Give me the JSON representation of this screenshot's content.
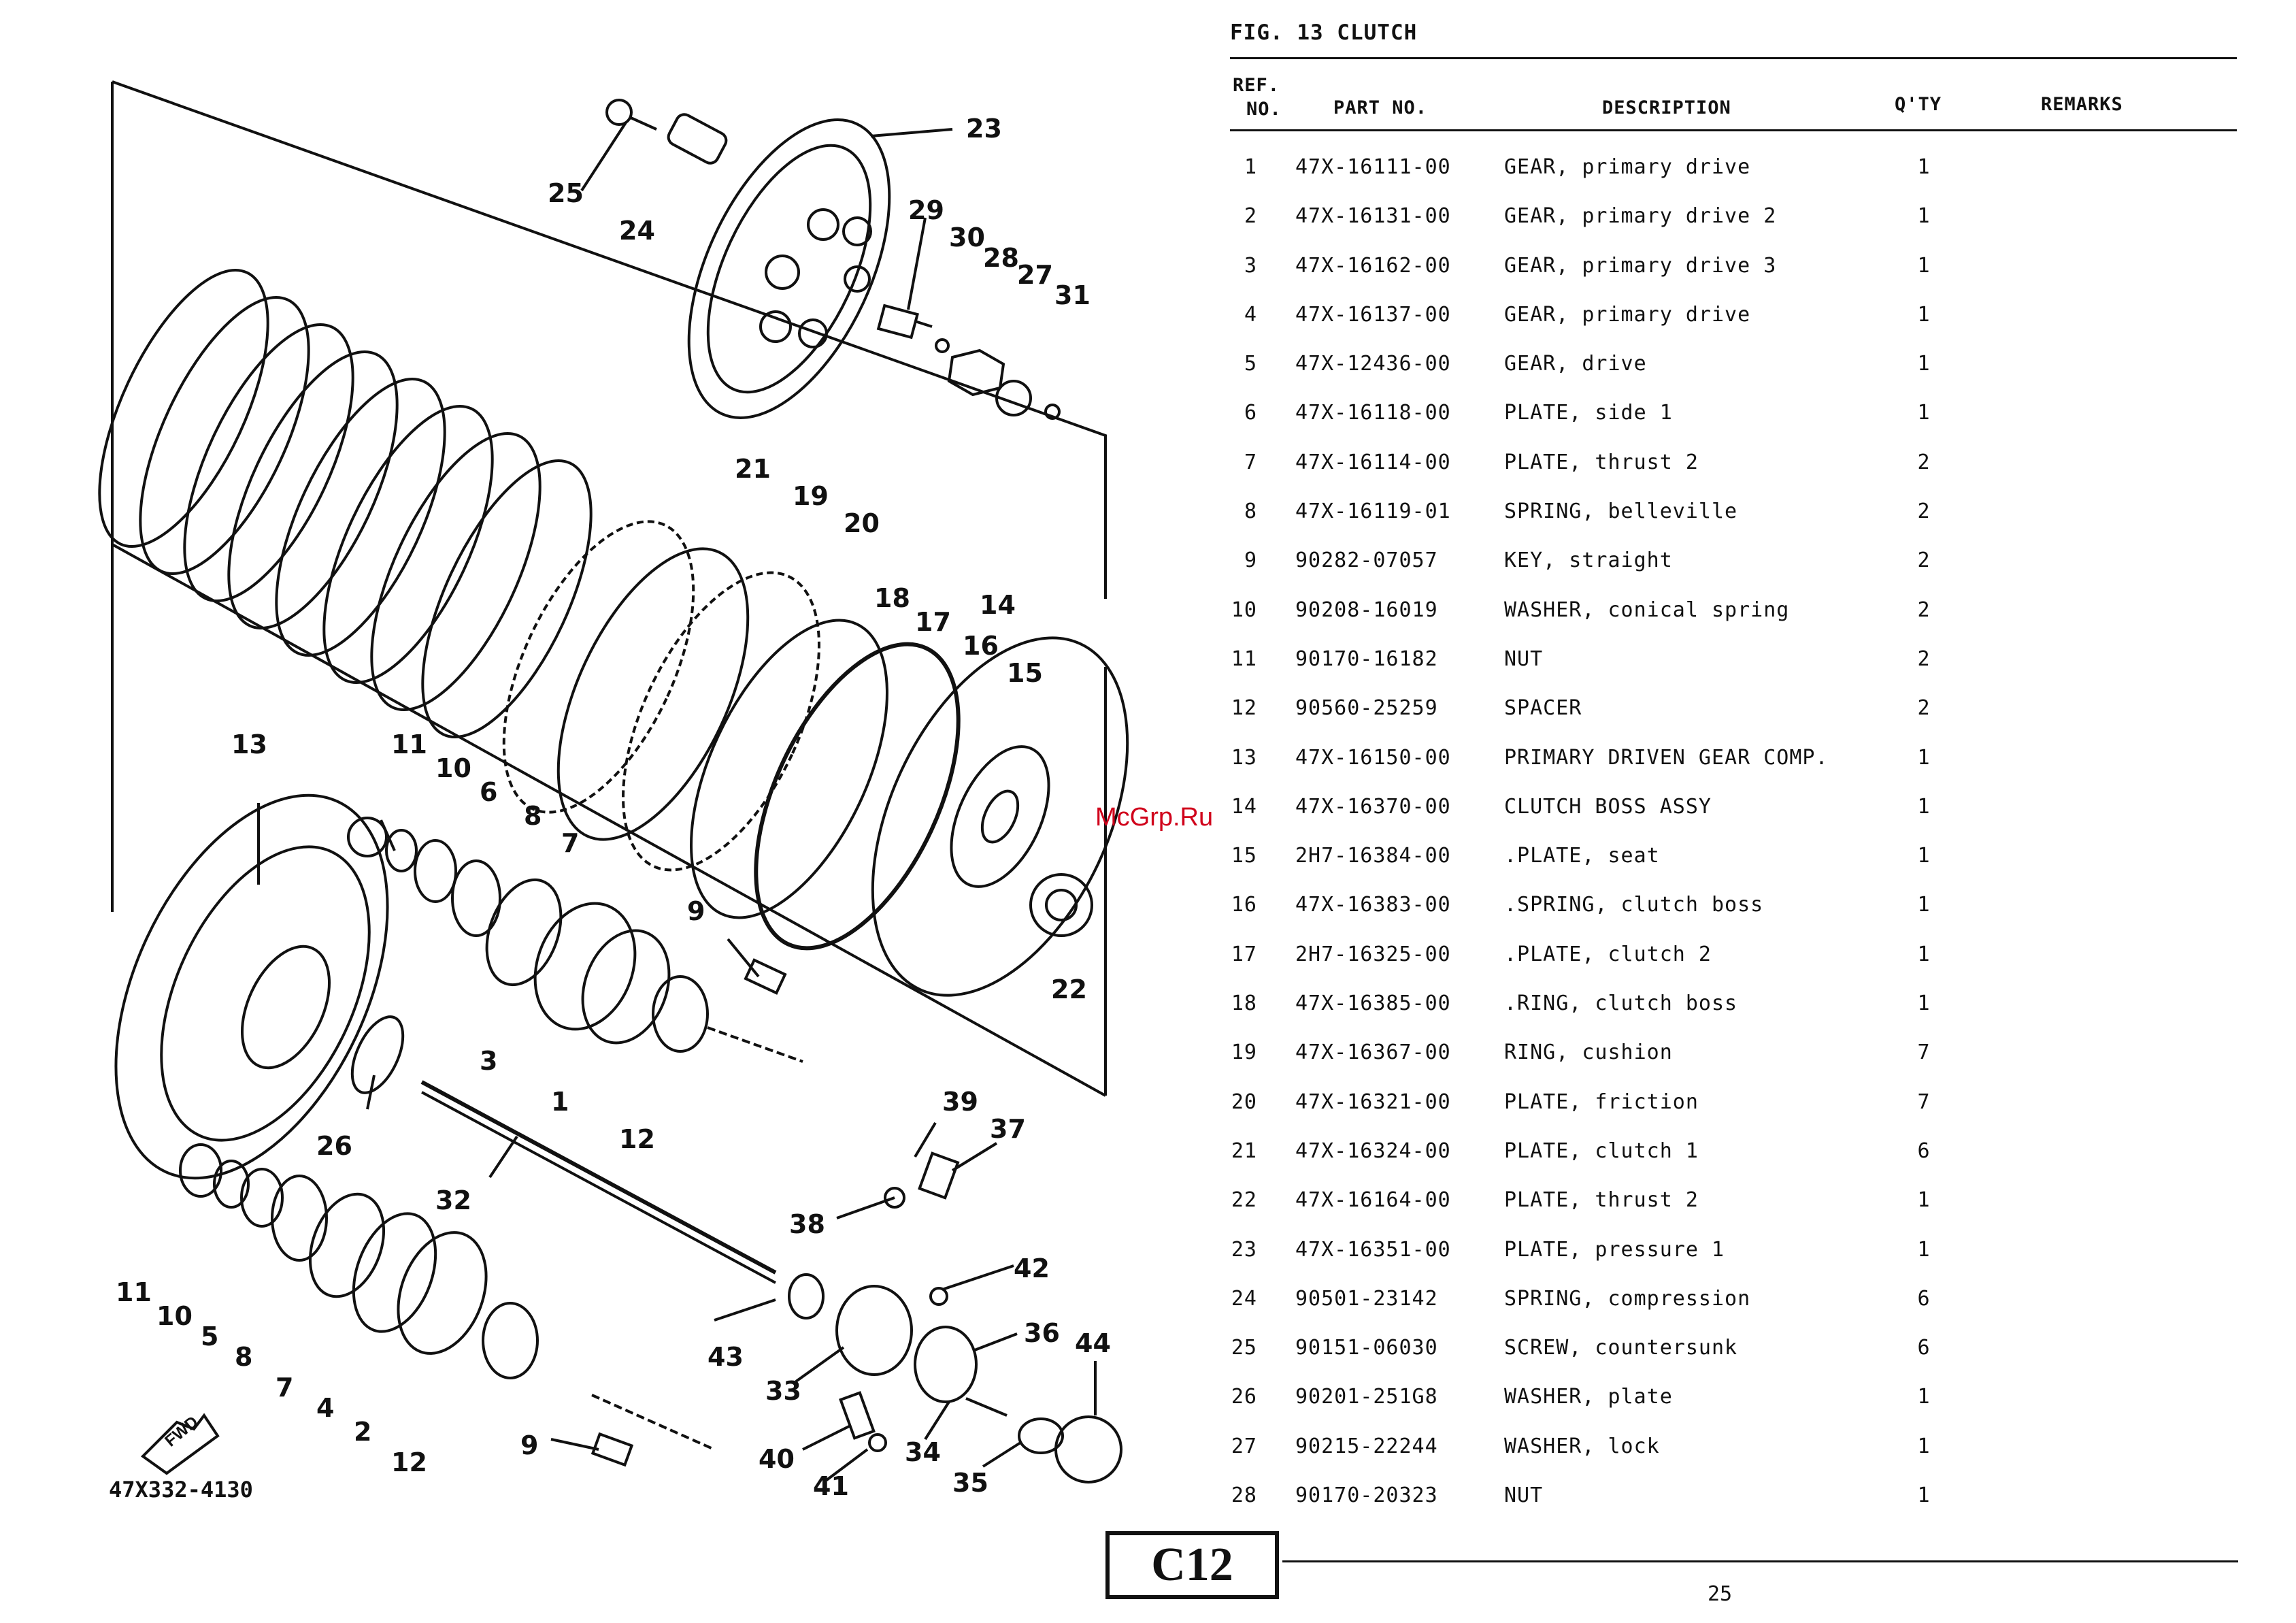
{
  "document": {
    "figure_title": "FIG. 13  CLUTCH",
    "figure_code": "47X332-4130",
    "fwd_label": "FWD",
    "page_label": "C12",
    "page_number": "25",
    "watermark": "McGrp.Ru"
  },
  "table": {
    "headers": {
      "ref_line1": "REF.",
      "ref_line2": "NO.",
      "part_no": "PART NO.",
      "description": "DESCRIPTION",
      "qty": "Q'TY",
      "remarks": "REMARKS"
    },
    "rows": [
      {
        "ref": "1",
        "part": "47X-16111-00",
        "desc": "GEAR, primary drive",
        "qty": "1"
      },
      {
        "ref": "2",
        "part": "47X-16131-00",
        "desc": "GEAR, primary drive 2",
        "qty": "1"
      },
      {
        "ref": "3",
        "part": "47X-16162-00",
        "desc": "GEAR, primary drive 3",
        "qty": "1"
      },
      {
        "ref": "4",
        "part": "47X-16137-00",
        "desc": "GEAR, primary drive",
        "qty": "1"
      },
      {
        "ref": "5",
        "part": "47X-12436-00",
        "desc": "GEAR, drive",
        "qty": "1"
      },
      {
        "ref": "6",
        "part": "47X-16118-00",
        "desc": "PLATE, side 1",
        "qty": "1"
      },
      {
        "ref": "7",
        "part": "47X-16114-00",
        "desc": "PLATE, thrust 2",
        "qty": "2"
      },
      {
        "ref": "8",
        "part": "47X-16119-01",
        "desc": "SPRING, belleville",
        "qty": "2"
      },
      {
        "ref": "9",
        "part": "90282-07057",
        "desc": "KEY, straight",
        "qty": "2"
      },
      {
        "ref": "10",
        "part": "90208-16019",
        "desc": "WASHER, conical spring",
        "qty": "2"
      },
      {
        "ref": "11",
        "part": "90170-16182",
        "desc": "NUT",
        "qty": "2"
      },
      {
        "ref": "12",
        "part": "90560-25259",
        "desc": "SPACER",
        "qty": "2"
      },
      {
        "ref": "13",
        "part": "47X-16150-00",
        "desc": "PRIMARY DRIVEN GEAR COMP.",
        "qty": "1"
      },
      {
        "ref": "14",
        "part": "47X-16370-00",
        "desc": "CLUTCH BOSS ASSY",
        "qty": "1"
      },
      {
        "ref": "15",
        "part": "2H7-16384-00",
        "desc": ".PLATE, seat",
        "qty": "1"
      },
      {
        "ref": "16",
        "part": "47X-16383-00",
        "desc": ".SPRING, clutch boss",
        "qty": "1"
      },
      {
        "ref": "17",
        "part": "2H7-16325-00",
        "desc": ".PLATE, clutch 2",
        "qty": "1"
      },
      {
        "ref": "18",
        "part": "47X-16385-00",
        "desc": ".RING, clutch boss",
        "qty": "1"
      },
      {
        "ref": "19",
        "part": "47X-16367-00",
        "desc": "RING, cushion",
        "qty": "7"
      },
      {
        "ref": "20",
        "part": "47X-16321-00",
        "desc": "PLATE, friction",
        "qty": "7"
      },
      {
        "ref": "21",
        "part": "47X-16324-00",
        "desc": "PLATE, clutch 1",
        "qty": "6"
      },
      {
        "ref": "22",
        "part": "47X-16164-00",
        "desc": "PLATE, thrust 2",
        "qty": "1"
      },
      {
        "ref": "23",
        "part": "47X-16351-00",
        "desc": "PLATE, pressure 1",
        "qty": "1"
      },
      {
        "ref": "24",
        "part": "90501-23142",
        "desc": "SPRING, compression",
        "qty": "6"
      },
      {
        "ref": "25",
        "part": "90151-06030",
        "desc": "SCREW, countersunk",
        "qty": "6"
      },
      {
        "ref": "26",
        "part": "90201-251G8",
        "desc": "WASHER, plate",
        "qty": "1"
      },
      {
        "ref": "27",
        "part": "90215-22244",
        "desc": "WASHER, lock",
        "qty": "1"
      },
      {
        "ref": "28",
        "part": "90170-20323",
        "desc": "NUT",
        "qty": "1"
      }
    ]
  },
  "diagram": {
    "callouts": [
      "25",
      "24",
      "23",
      "29",
      "30",
      "28",
      "27",
      "31",
      "21",
      "19",
      "20",
      "18",
      "17",
      "14",
      "16",
      "15",
      "22",
      "13",
      "11",
      "10",
      "6",
      "8",
      "7",
      "9",
      "3",
      "1",
      "12",
      "26",
      "32",
      "39",
      "37",
      "38",
      "42",
      "36",
      "44",
      "43",
      "33",
      "34",
      "35",
      "40",
      "41",
      "11",
      "10",
      "5",
      "8",
      "7",
      "4",
      "2",
      "12",
      "9"
    ]
  }
}
